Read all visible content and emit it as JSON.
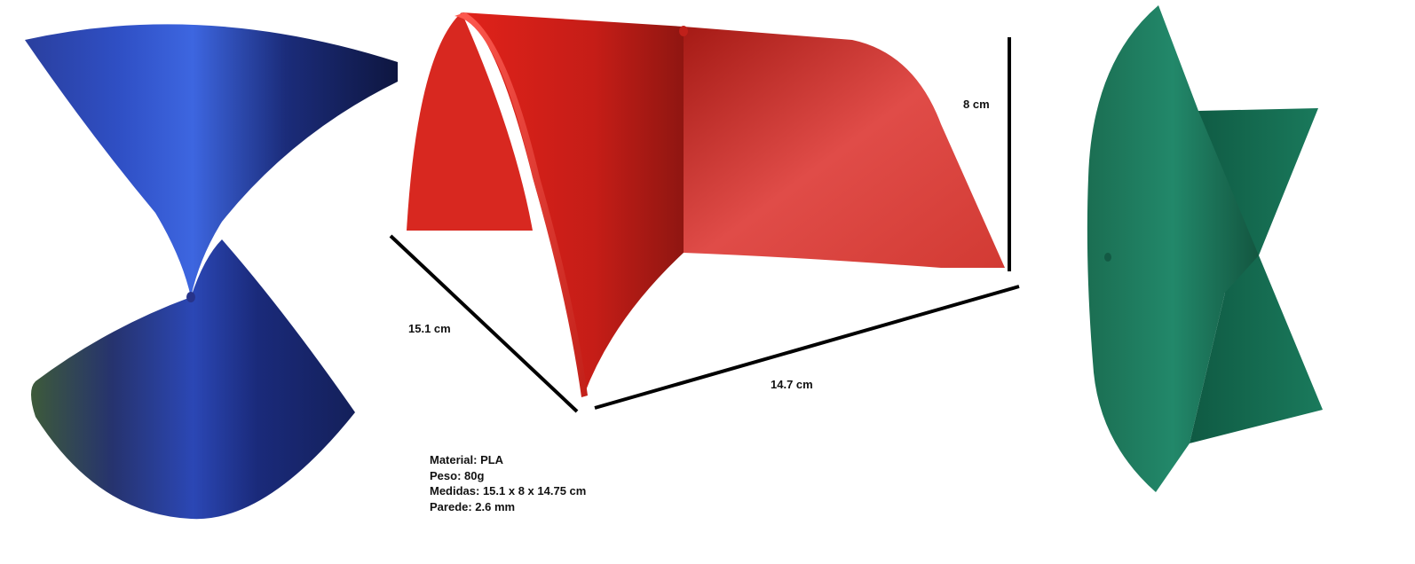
{
  "dimensions": {
    "height": "8 cm",
    "depth": "15.1 cm",
    "width": "14.7 cm"
  },
  "specs": {
    "material": "Material: PLA",
    "weight": "Peso: 80g",
    "measures": "Medidas: 15.1 x 8 x 14.75 cm",
    "wall": "Parede: 2.6 mm"
  },
  "colors": {
    "cone_model": "#1f3fa8",
    "saddle_model": "#d9312b",
    "star_model": "#17775a",
    "dimension_lines": "#000000"
  }
}
